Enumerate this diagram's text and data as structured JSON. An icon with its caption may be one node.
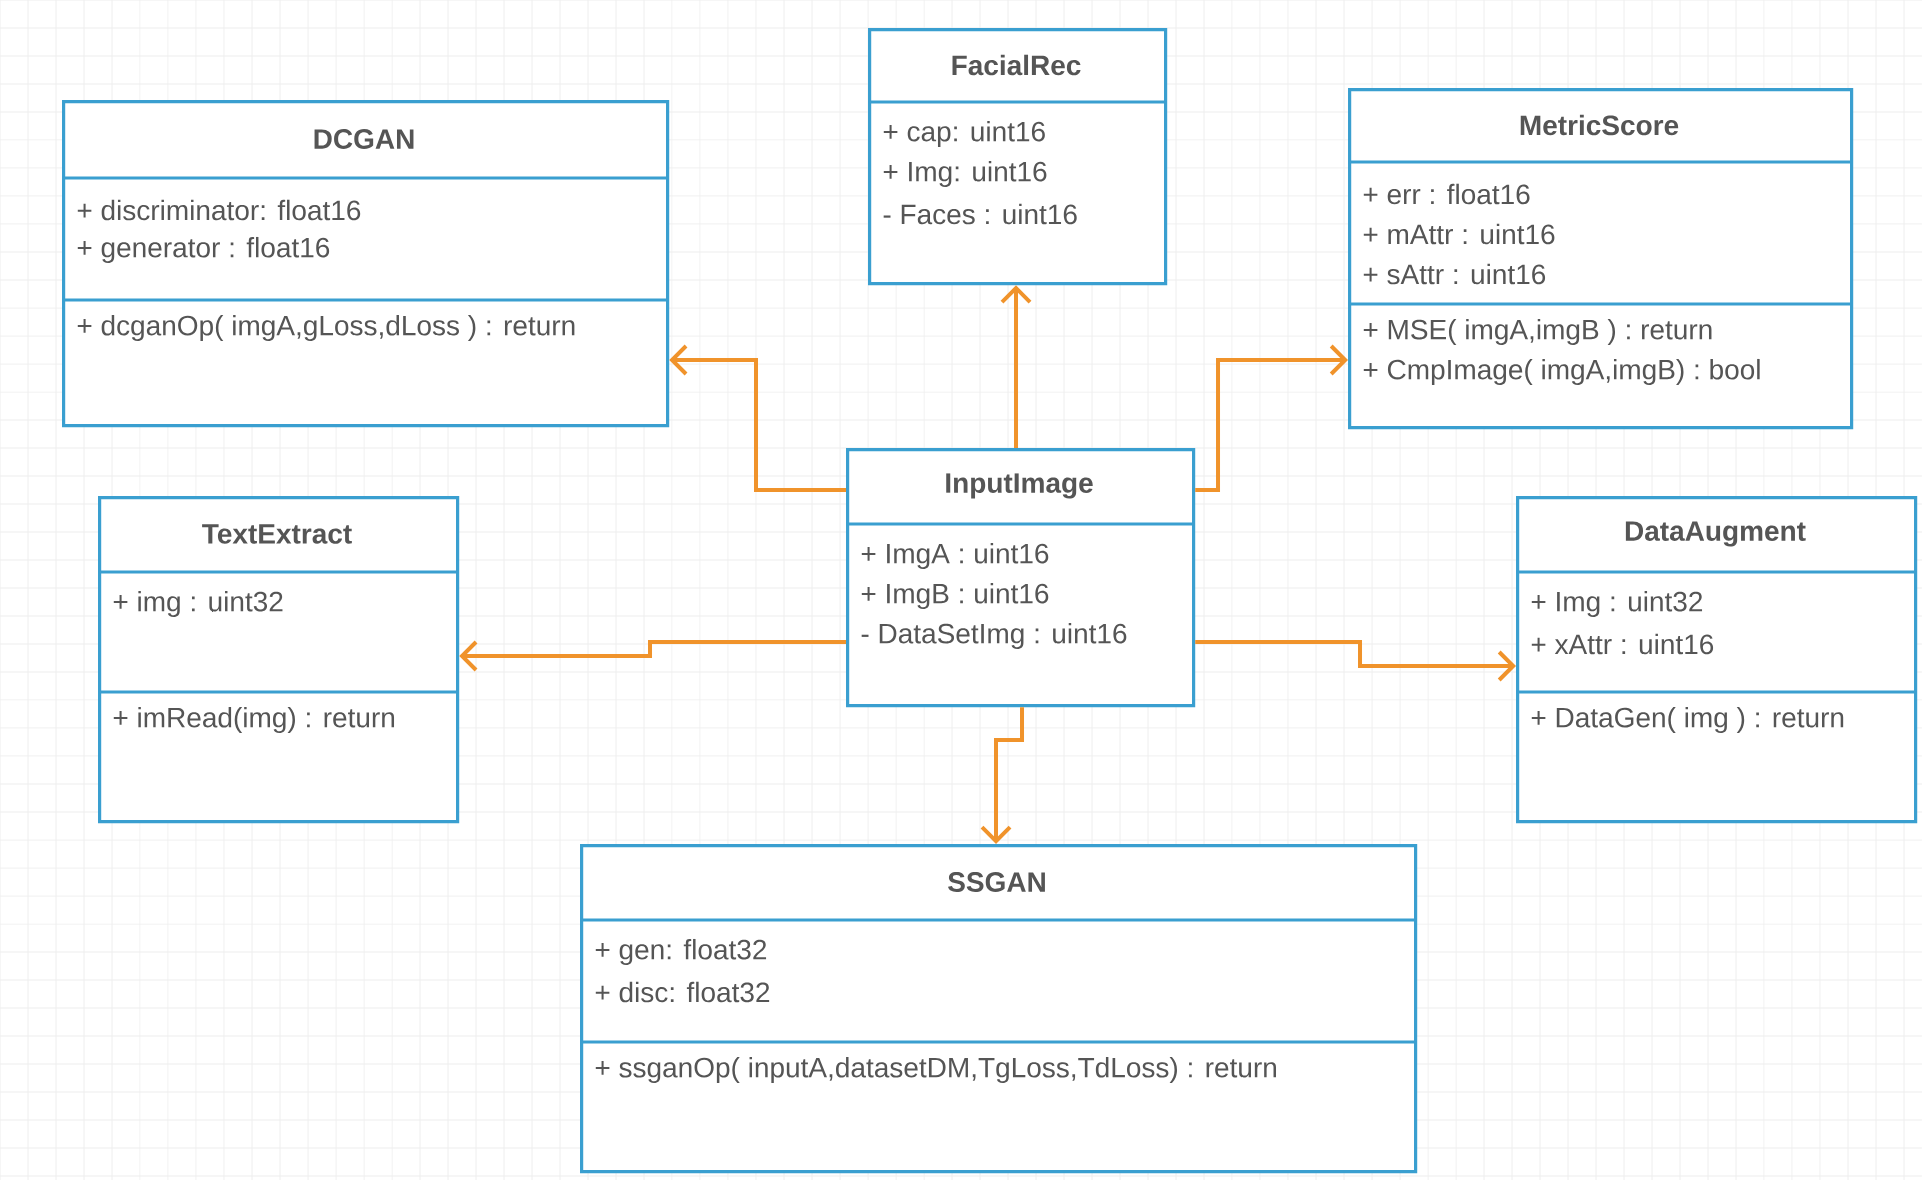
{
  "diagram": {
    "nodes": [
      {
        "text": [
          "FacialRec",
          "+ cap: uint16",
          "+ Img: uint16",
          "- Faces : uint16"
        ]
      },
      {
        "text": [
          "DCGAN",
          "+ discriminator: float16",
          "+ generator : float16",
          "+ dcganOp( imgA,gLoss,dLoss ) : return"
        ]
      },
      {
        "text": [
          "MetricScore",
          "+ err : float16",
          "+ mAttr : uint16",
          "+ sAttr : uint16",
          "+ MSE( imgA,imgB ) : return",
          "+ CmpImage( imgA,imgB) : bool"
        ]
      },
      {
        "text": [
          "InputImage",
          "+ ImgA :  uint16",
          "+ ImgB : uint16",
          "- DataSetImg : uint16"
        ]
      },
      {
        "text": [
          "TextExtract",
          "+ img : uint32",
          "+ imRead(img) : return"
        ]
      },
      {
        "text": [
          "DataAugment",
          "+ Img : uint32",
          "+ xAttr : uint16",
          "+ DataGen( img ) : return"
        ]
      },
      {
        "text": [
          "SSGAN",
          "+ gen: float32",
          "+ disc: float32",
          "+ ssganOp(  inputA,datasetDM,TgLoss,TdLoss) : return"
        ]
      }
    ],
    "edges": [
      {
        "from": 3,
        "to": 1,
        "arrow": "to"
      },
      {
        "from": 3,
        "to": 0,
        "arrow": "to"
      },
      {
        "from": 3,
        "to": 2,
        "arrow": "to"
      },
      {
        "from": 3,
        "to": 4,
        "arrow": "to"
      },
      {
        "from": 3,
        "to": 5,
        "arrow": "to"
      },
      {
        "from": 3,
        "to": 6,
        "arrow": "to"
      }
    ]
  }
}
